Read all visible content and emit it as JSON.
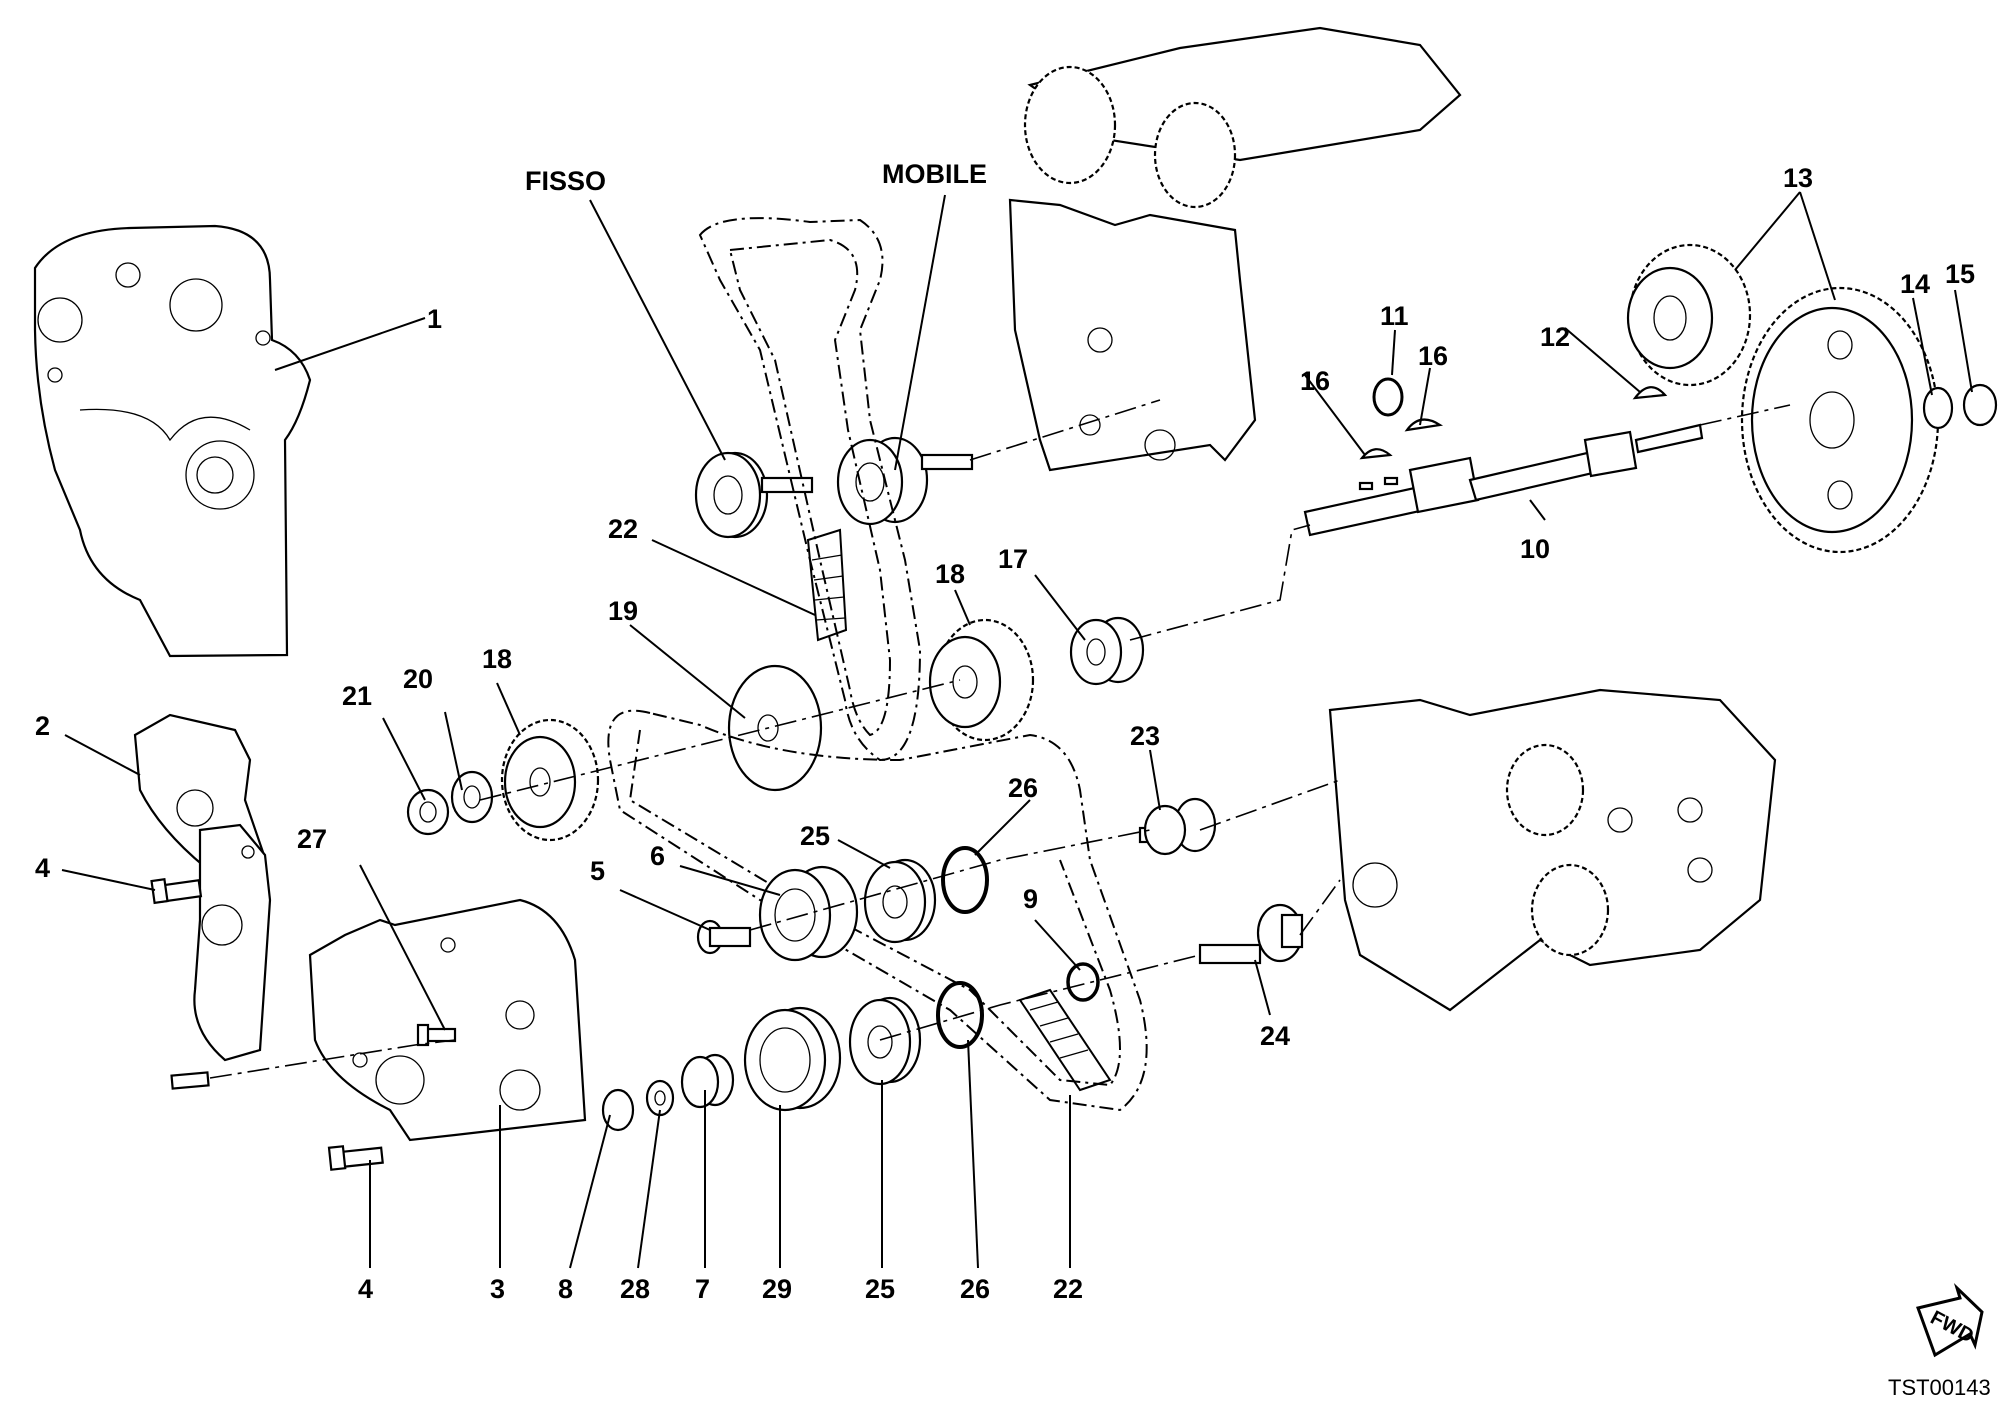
{
  "diagram": {
    "labels": {
      "fisso": "FISSO",
      "mobile": "MOBILE",
      "l1": "1",
      "l2": "2",
      "l3": "3",
      "l4a": "4",
      "l4b": "4",
      "l5": "5",
      "l6": "6",
      "l7": "7",
      "l8": "8",
      "l9": "9",
      "l10": "10",
      "l11": "11",
      "l12": "12",
      "l13": "13",
      "l14": "14",
      "l15": "15",
      "l16a": "16",
      "l16b": "16",
      "l17": "17",
      "l18a": "18",
      "l18b": "18",
      "l19": "19",
      "l20": "20",
      "l21": "21",
      "l22a": "22",
      "l22b": "22",
      "l23": "23",
      "l24": "24",
      "l25a": "25",
      "l25b": "25",
      "l26a": "26",
      "l26b": "26",
      "l27": "27",
      "l28": "28",
      "l29": "29"
    },
    "fwd": "FWD",
    "code": "TST00143"
  }
}
